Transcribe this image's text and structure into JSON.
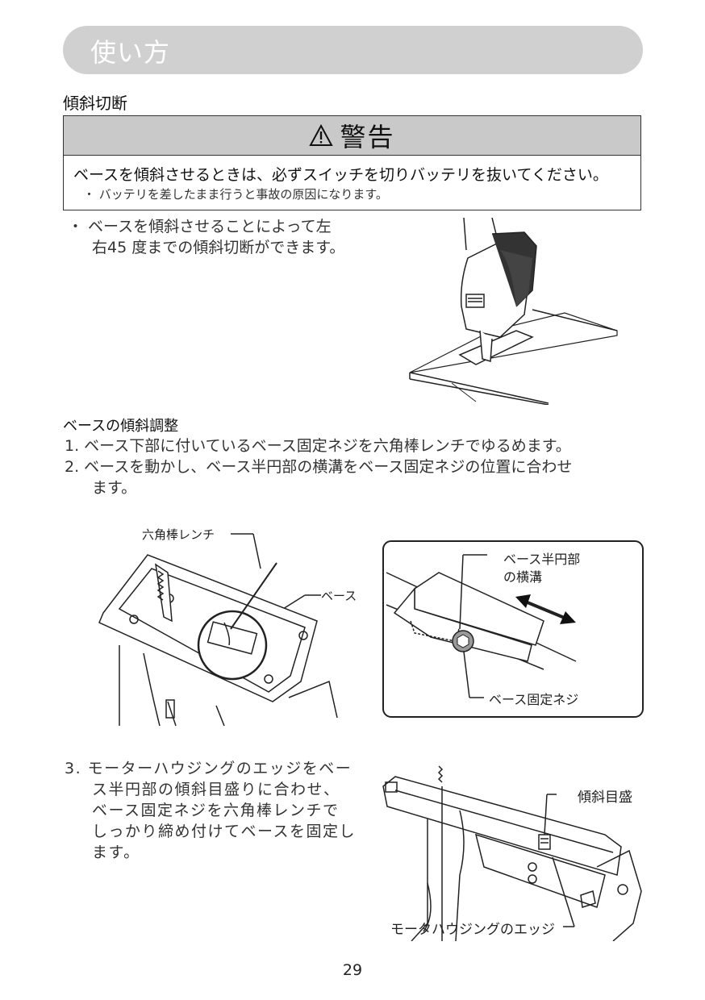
{
  "header": {
    "title": "使い方"
  },
  "section1": {
    "title": "傾斜切断"
  },
  "warning": {
    "heading": "警告",
    "main": "ベースを傾斜させるときは、必ずスイッチを切りバッテリを抜いてください。",
    "sub": "・ バッテリを差したまま行うと事故の原因になります。"
  },
  "bullet1": {
    "line1": "・ ベースを傾斜させることによって左",
    "line2": "右45 度までの傾斜切断ができます。"
  },
  "section2": {
    "title": "ベースの傾斜調整"
  },
  "steps": {
    "s1": "1. ベース下部に付いているベース固定ネジを六角棒レンチでゆるめます。",
    "s2_l1": "2. ベースを動かし、ベース半円部の横溝をベース固定ネジの位置に合わせ",
    "s2_l2": "ます。",
    "s3_l1": "3. モーターハウジングのエッジをベー",
    "s3_l2": "ス半円部の傾斜目盛りに合わせ、",
    "s3_l3": "ベース固定ネジを六角棒レンチで",
    "s3_l4": "しっかり締め付けてベースを固定し",
    "s3_l5": "ます。"
  },
  "figure2": {
    "wrench_label": "六角棒レンチ",
    "base_label": "ベース"
  },
  "figure3": {
    "groove_label_l1": "ベース半円部",
    "groove_label_l2": "の横溝",
    "screw_label": "ベース固定ネジ"
  },
  "figure4": {
    "scale_label": "傾斜目盛",
    "edge_label": "モータハウジングのエッジ"
  },
  "page": {
    "number": "29"
  }
}
